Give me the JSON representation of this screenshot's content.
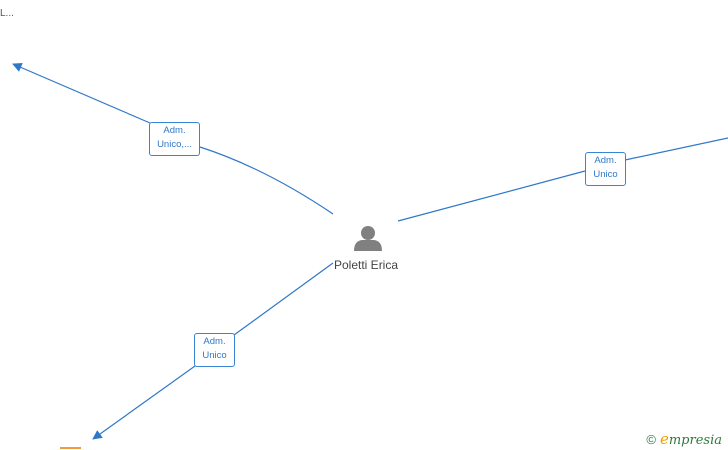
{
  "corner_label": "L...",
  "center_node": {
    "name": "Poletti Erica",
    "icon": "person-icon",
    "icon_color": "#808080"
  },
  "edges": [
    {
      "id": "upper-left",
      "label_lines": [
        "Adm.",
        "Unico,..."
      ]
    },
    {
      "id": "right",
      "label_lines": [
        "Adm.",
        "Unico"
      ]
    },
    {
      "id": "lower-left",
      "label_lines": [
        "Adm.",
        "Unico"
      ]
    }
  ],
  "brand": {
    "copyright": "©",
    "logo_letter": "e",
    "logo_word": "mpresia"
  },
  "colors": {
    "edge": "#2f78c8",
    "label_border": "#3a84d4",
    "brand_accent": "#f0a000",
    "brand_green": "#2f7a3a"
  }
}
